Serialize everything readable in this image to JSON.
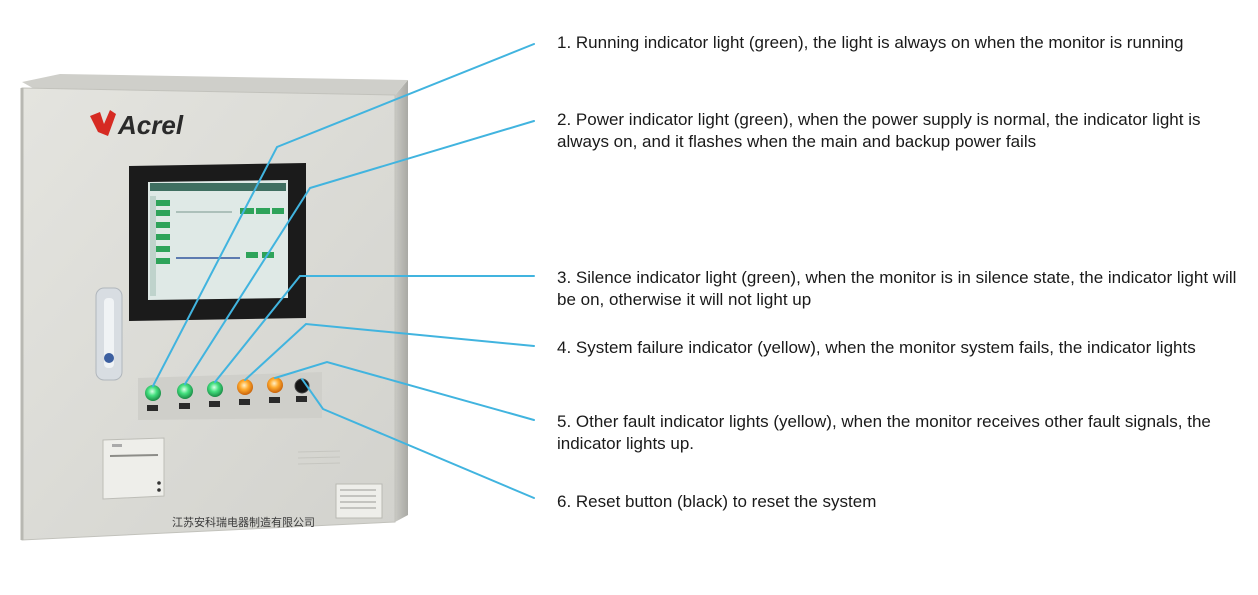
{
  "product": {
    "brand": "Acrel",
    "company_name": "江苏安科瑞电器制造有限公司"
  },
  "colors": {
    "callout_line": "#41b4df",
    "cabinet_face": "#dcdcd7",
    "indicator_green": "#2fd36a",
    "indicator_yellow": "#ff9a1a",
    "reset_button": "#151515",
    "brand_red": "#d62a22"
  },
  "annotations": [
    {
      "id": 1,
      "text": "1. Running indicator light (green), the light is always on when the monitor is running"
    },
    {
      "id": 2,
      "text": "2. Power indicator light (green), when the power supply is normal, the indicator light is always on, and it flashes when the main and backup power fails"
    },
    {
      "id": 3,
      "text": "3. Silence indicator light (green), when the monitor is in silence state, the indicator light will be on, otherwise it will not light up"
    },
    {
      "id": 4,
      "text": "4. System failure indicator (yellow), when the monitor system fails, the indicator lights"
    },
    {
      "id": 5,
      "text": "5. Other fault indicator lights (yellow), when the monitor receives other fault signals, the indicator lights up."
    },
    {
      "id": 6,
      "text": "6. Reset button (black) to reset the system"
    }
  ],
  "indicators": [
    {
      "name": "running",
      "color": "green"
    },
    {
      "name": "power",
      "color": "green"
    },
    {
      "name": "silence",
      "color": "green"
    },
    {
      "name": "system-failure",
      "color": "yellow"
    },
    {
      "name": "other-fault",
      "color": "yellow"
    },
    {
      "name": "reset",
      "color": "black"
    }
  ]
}
